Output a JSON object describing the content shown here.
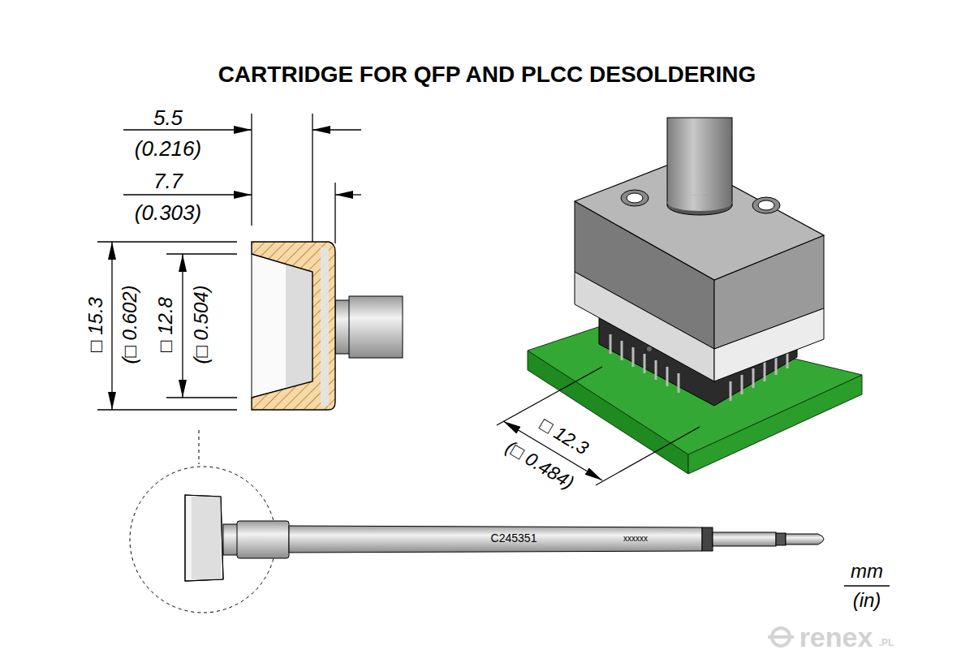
{
  "diagram": {
    "title": "CARTRIDGE FOR QFP AND PLCC DESOLDERING",
    "labels": [
      "5.5",
      "(0.216)",
      "7.7",
      "(0.303)",
      "□ 15.3",
      "(□ 0.602)",
      "□ 12.8",
      "(□ 0.504)",
      "□ 12.3",
      "(□ 0.484)",
      "C245351",
      "xxxxxx",
      "mm",
      "(in)",
      "renex",
      ".PL"
    ]
  }
}
